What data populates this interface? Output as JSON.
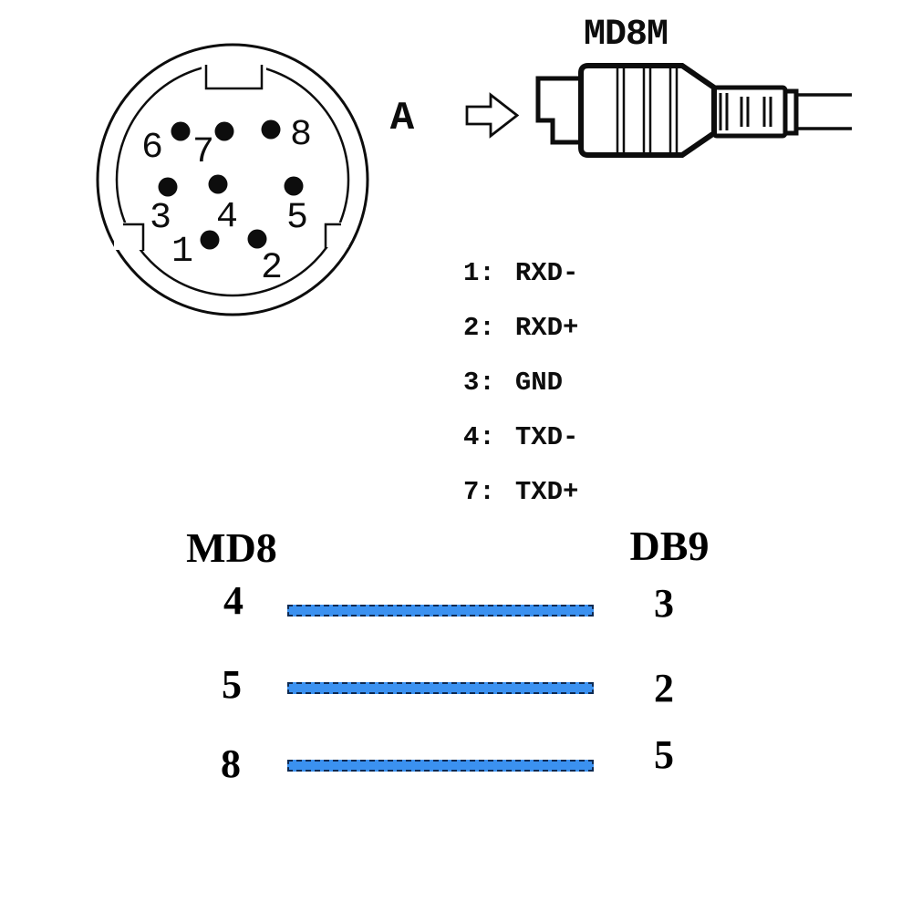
{
  "face": {
    "view_label": "A",
    "pin_labels": [
      "1",
      "2",
      "3",
      "4",
      "5",
      "6",
      "7",
      "8"
    ]
  },
  "plug": {
    "label": "MD8M"
  },
  "pinout": {
    "separator": ":",
    "rows": [
      {
        "pin": "1",
        "signal": "RXD-"
      },
      {
        "pin": "2",
        "signal": "RXD+"
      },
      {
        "pin": "3",
        "signal": "GND"
      },
      {
        "pin": "4",
        "signal": "TXD-"
      },
      {
        "pin": "7",
        "signal": "TXD+"
      }
    ]
  },
  "wiring": {
    "left_header": "MD8",
    "right_header": "DB9",
    "wire_color": "#3B91F0",
    "wire_border_color": "#0e2a52",
    "rows": [
      {
        "left": "4",
        "right": "3"
      },
      {
        "left": "5",
        "right": "2"
      },
      {
        "left": "8",
        "right": "5"
      }
    ]
  }
}
